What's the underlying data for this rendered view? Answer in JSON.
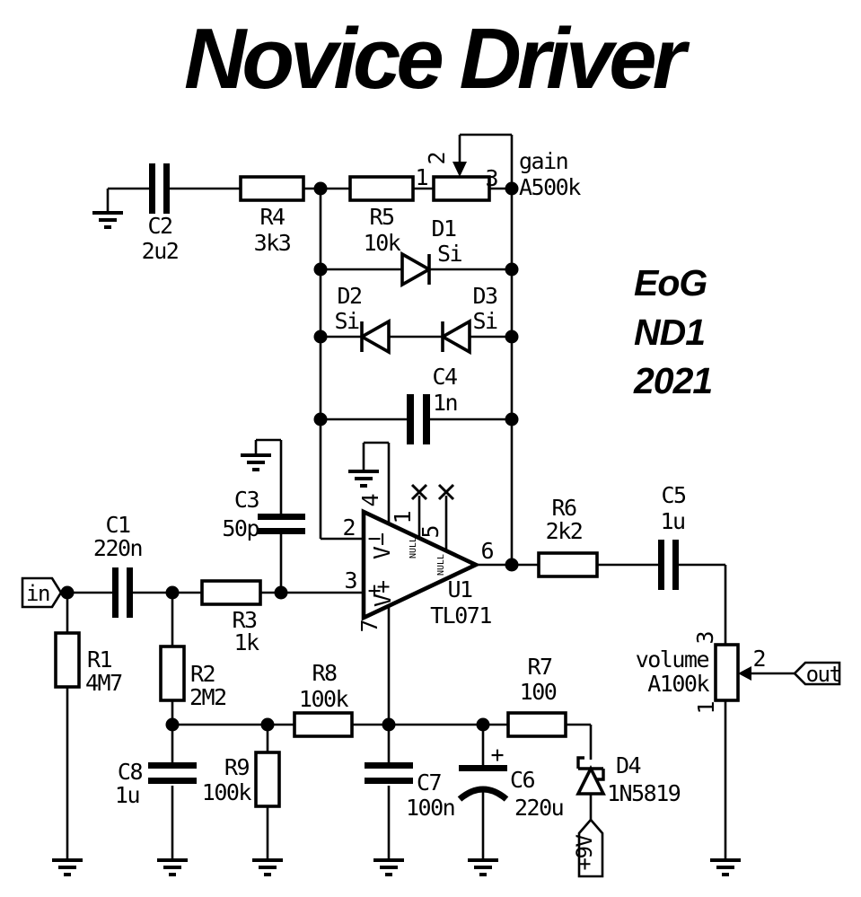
{
  "title": "Novice Driver",
  "annotation": {
    "line1": "EoG",
    "line2": "ND1",
    "line3": "2021"
  },
  "connectors": {
    "input": "in",
    "output": "out",
    "power": "+9V"
  },
  "components": {
    "C1": {
      "ref": "C1",
      "value": "220n"
    },
    "C2": {
      "ref": "C2",
      "value": "2u2"
    },
    "C3": {
      "ref": "C3",
      "value": "50p"
    },
    "C4": {
      "ref": "C4",
      "value": "1n"
    },
    "C5": {
      "ref": "C5",
      "value": "1u"
    },
    "C6": {
      "ref": "C6",
      "value": "220u",
      "polarity": "+"
    },
    "C7": {
      "ref": "C7",
      "value": "100n"
    },
    "C8": {
      "ref": "C8",
      "value": "1u"
    },
    "R1": {
      "ref": "R1",
      "value": "4M7"
    },
    "R2": {
      "ref": "R2",
      "value": "2M2"
    },
    "R3": {
      "ref": "R3",
      "value": "1k"
    },
    "R4": {
      "ref": "R4",
      "value": "3k3"
    },
    "R5": {
      "ref": "R5",
      "value": "10k"
    },
    "R6": {
      "ref": "R6",
      "value": "2k2"
    },
    "R7": {
      "ref": "R7",
      "value": "100"
    },
    "R8": {
      "ref": "R8",
      "value": "100k"
    },
    "R9": {
      "ref": "R9",
      "value": "100k"
    },
    "D1": {
      "ref": "D1",
      "value": "Si"
    },
    "D2": {
      "ref": "D2",
      "value": "Si"
    },
    "D3": {
      "ref": "D3",
      "value": "Si"
    },
    "D4": {
      "ref": "D4",
      "value": "1N5819"
    },
    "U1": {
      "ref": "U1",
      "value": "TL071"
    }
  },
  "pots": {
    "gain": {
      "name": "gain",
      "value": "A500k",
      "pin1": "1",
      "pin2": "2",
      "pin3": "3"
    },
    "volume": {
      "name": "volume",
      "value": "A100k",
      "pin1": "1",
      "pin2": "2",
      "pin3": "3"
    }
  },
  "opamp_pins": {
    "p1": "1",
    "p2": "2",
    "p3": "3",
    "p4": "4",
    "p5": "5",
    "p6": "6",
    "p7": "7",
    "minus": "−",
    "plus": "+",
    "vminus": "V−",
    "vplus": "V+",
    "null": "NULL"
  }
}
